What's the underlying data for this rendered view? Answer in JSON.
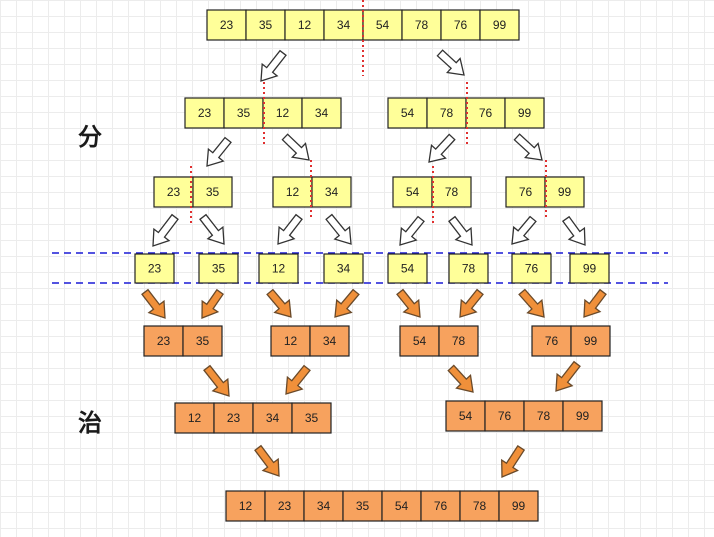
{
  "phase_labels": {
    "divide": "分",
    "conquer": "治"
  },
  "colors": {
    "split_fill": "#ffff99",
    "merge_fill": "#f7a25e",
    "cell_border": "#222222",
    "split_line": "#e03030",
    "guide_line": "#1a1ad6",
    "hollow_arrow_fill": "#ffffff",
    "hollow_arrow_stroke": "#333333",
    "solid_arrow_fill": "#f0903a",
    "solid_arrow_stroke": "#6a4a2a"
  },
  "divide_levels": [
    {
      "arrays": [
        [
          "23",
          "35",
          "12",
          "34",
          "54",
          "78",
          "76",
          "99"
        ]
      ]
    },
    {
      "arrays": [
        [
          "23",
          "35",
          "12",
          "34"
        ],
        [
          "54",
          "78",
          "76",
          "99"
        ]
      ]
    },
    {
      "arrays": [
        [
          "23",
          "35"
        ],
        [
          "12",
          "34"
        ],
        [
          "54",
          "78"
        ],
        [
          "76",
          "99"
        ]
      ]
    },
    {
      "arrays": [
        [
          "23"
        ],
        [
          "35"
        ],
        [
          "12"
        ],
        [
          "34"
        ],
        [
          "54"
        ],
        [
          "78"
        ],
        [
          "76"
        ],
        [
          "99"
        ]
      ]
    }
  ],
  "merge_levels": [
    {
      "arrays": [
        [
          "23",
          "35"
        ],
        [
          "12",
          "34"
        ],
        [
          "54",
          "78"
        ],
        [
          "76",
          "99"
        ]
      ]
    },
    {
      "arrays": [
        [
          "12",
          "23",
          "34",
          "35"
        ],
        [
          "54",
          "76",
          "78",
          "99"
        ]
      ]
    },
    {
      "arrays": [
        [
          "12",
          "23",
          "34",
          "35",
          "54",
          "76",
          "78",
          "99"
        ]
      ]
    }
  ]
}
